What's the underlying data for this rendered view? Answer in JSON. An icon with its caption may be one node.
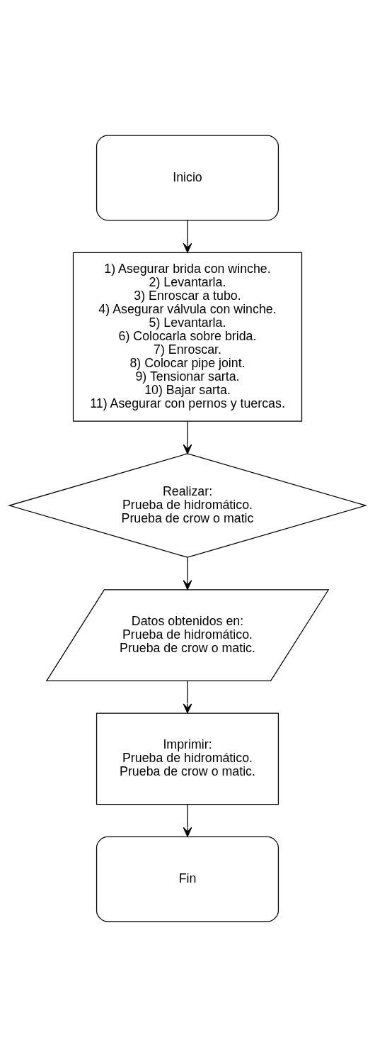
{
  "diagram": {
    "nodes": [
      {
        "text": [
          "Inicio"
        ]
      },
      {
        "text": [
          "1) Asegurar brida con winche.",
          "2) Levantarla.",
          "3) Enroscar a tubo.",
          "4) Asegurar válvula con winche.",
          "5) Levantarla.",
          "6) Colocarla sobre brida.",
          "7) Enroscar.",
          "8) Colocar pipe joint.",
          "9) Tensionar sarta.",
          "10) Bajar sarta.",
          "11) Asegurar con pernos y tuercas."
        ]
      },
      {
        "text": [
          "Realizar:",
          "Prueba de hidromático.",
          "Prueba de crow o matic"
        ]
      },
      {
        "text": [
          "Datos obtenidos en:",
          "Prueba de hidromático.",
          "Prueba de crow o matic."
        ]
      },
      {
        "text": [
          "Imprimir:",
          "Prueba de hidromático.",
          "Prueba de crow o matic."
        ]
      },
      {
        "text": [
          "Fin"
        ]
      }
    ],
    "edges": [
      {
        "from": 0,
        "to": 1,
        "arrow": "to"
      },
      {
        "from": 1,
        "to": 2,
        "arrow": "to"
      },
      {
        "from": 2,
        "to": 3,
        "arrow": "to"
      },
      {
        "from": 3,
        "to": 4,
        "arrow": "to"
      },
      {
        "from": 4,
        "to": 5,
        "arrow": "to"
      }
    ]
  }
}
